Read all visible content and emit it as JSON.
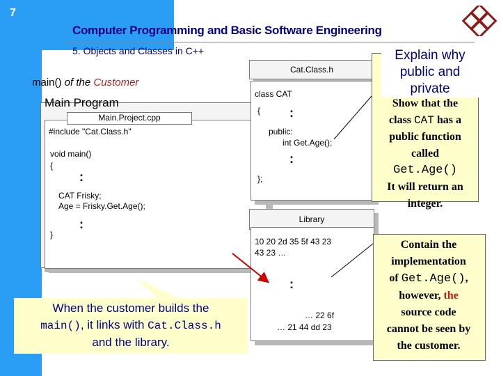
{
  "header": {
    "slide_number": "7",
    "title": "Computer Programming and Basic Software Engineering",
    "subtitle": "5. Objects and Classes in C++"
  },
  "main_panel": {
    "label_prefix": "main()",
    "label_mid": " of the ",
    "label_customer": "Customer",
    "heading": "Main Program",
    "file_name": "Main.Project.cpp",
    "code_include": "#include \"Cat.Class.h\"",
    "code_void_main": "void main()",
    "code_open_brace": "{",
    "code_dots_1": ":",
    "code_cat": "CAT Frisky;",
    "code_age": "Age = Frisky.Get.Age();",
    "code_close_brace": "}",
    "code_dots_2": ":"
  },
  "catclass": {
    "heading": "Cat.Class.h",
    "line_class": "class CAT",
    "line_brace": "{",
    "dots_1": ":",
    "line_public": "public:",
    "line_getage": "int Get.Age();",
    "dots_2": ":",
    "line_end": "};"
  },
  "library": {
    "heading": "Library",
    "hex_line_1": "10 20 2d 35 5f 43 23",
    "hex_line_2": "43 23 …",
    "dots": ":",
    "hex_line_3": "… 22 6f",
    "hex_line_4": "… 21 44 dd 23"
  },
  "callout_explain": {
    "text_line_1": "Explain why",
    "text_line_2": "public and",
    "text_line_3": "private"
  },
  "callout_top": {
    "line_1": "Show that the",
    "line_2_pre": "class ",
    "line_2_code": "CAT",
    "line_2_post": " has a",
    "line_3": "public function",
    "line_4": "called",
    "line_5_code": "Get.Age()",
    "line_6": "It will return an",
    "line_7": "integer."
  },
  "callout_bottom": {
    "line_1": "Contain the",
    "line_2": "implementation",
    "line_3_pre": "of ",
    "line_3_code": "Get.Age()",
    "line_3_post": ",",
    "line_4_pre": "however, ",
    "line_4_hl": "the",
    "line_5": "source code",
    "line_6": "cannot be seen by",
    "line_7": "the customer."
  },
  "callout_left": {
    "line_1": "When the customer builds the",
    "line_2_code_1": "main()",
    "line_2_mid": ", it links with ",
    "line_2_code_2": "Cat.Class.h",
    "line_3": "and the library."
  },
  "colors": {
    "sidebar": "#2a9df4",
    "title": "#000080",
    "callout_fill": "#ffffcc",
    "arrow_red": "#cc0000",
    "customer_red": "#b22222"
  }
}
